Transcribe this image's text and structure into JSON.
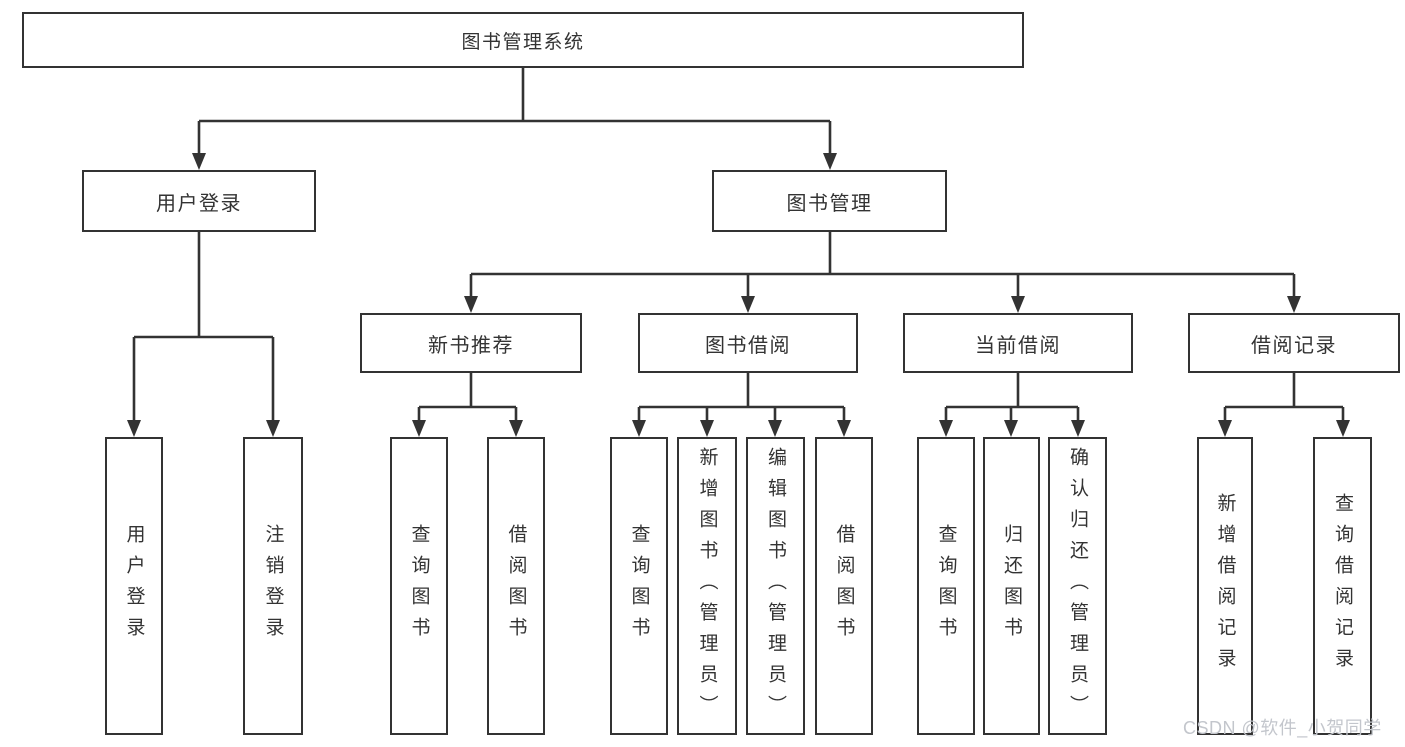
{
  "diagram": {
    "type": "hierarchy-tree",
    "background_color": "#ffffff",
    "line_color": "#333333",
    "text_color": "#333333",
    "nodes": {
      "root": "图书管理系统",
      "user_login": "用户登录",
      "book_mgmt": "图书管理",
      "new_book_rec": "新书推荐",
      "book_borrow": "图书借阅",
      "current_borrow": "当前借阅",
      "borrow_record": "借阅记录",
      "ul_user_login": "用户登录",
      "ul_logout": "注销登录",
      "nb_query_book": "查询图书",
      "nb_borrow_book": "借阅图书",
      "bb_query_book": "查询图书",
      "bb_add_book": "新增图书（管理员）",
      "bb_edit_book": "编辑图书（管理员）",
      "bb_borrow_book": "借阅图书",
      "cb_query_book": "查询图书",
      "cb_return_book": "归还图书",
      "cb_confirm_return": "确认归还（管理员）",
      "br_add_record": "新增借阅记录",
      "br_query_record": "查询借阅记录"
    },
    "edges": [
      {
        "from": "root",
        "to": [
          "user_login",
          "book_mgmt"
        ]
      },
      {
        "from": "user_login",
        "to": [
          "ul_user_login",
          "ul_logout"
        ]
      },
      {
        "from": "book_mgmt",
        "to": [
          "new_book_rec",
          "book_borrow",
          "current_borrow",
          "borrow_record"
        ]
      },
      {
        "from": "new_book_rec",
        "to": [
          "nb_query_book",
          "nb_borrow_book"
        ]
      },
      {
        "from": "book_borrow",
        "to": [
          "bb_query_book",
          "bb_add_book",
          "bb_edit_book",
          "bb_borrow_book"
        ]
      },
      {
        "from": "current_borrow",
        "to": [
          "cb_query_book",
          "cb_return_book",
          "cb_confirm_return"
        ]
      },
      {
        "from": "borrow_record",
        "to": [
          "br_add_record",
          "br_query_record"
        ]
      }
    ]
  },
  "watermark": {
    "text": "CSDN @软件_小贺同学",
    "color": "#c3c6cc"
  }
}
